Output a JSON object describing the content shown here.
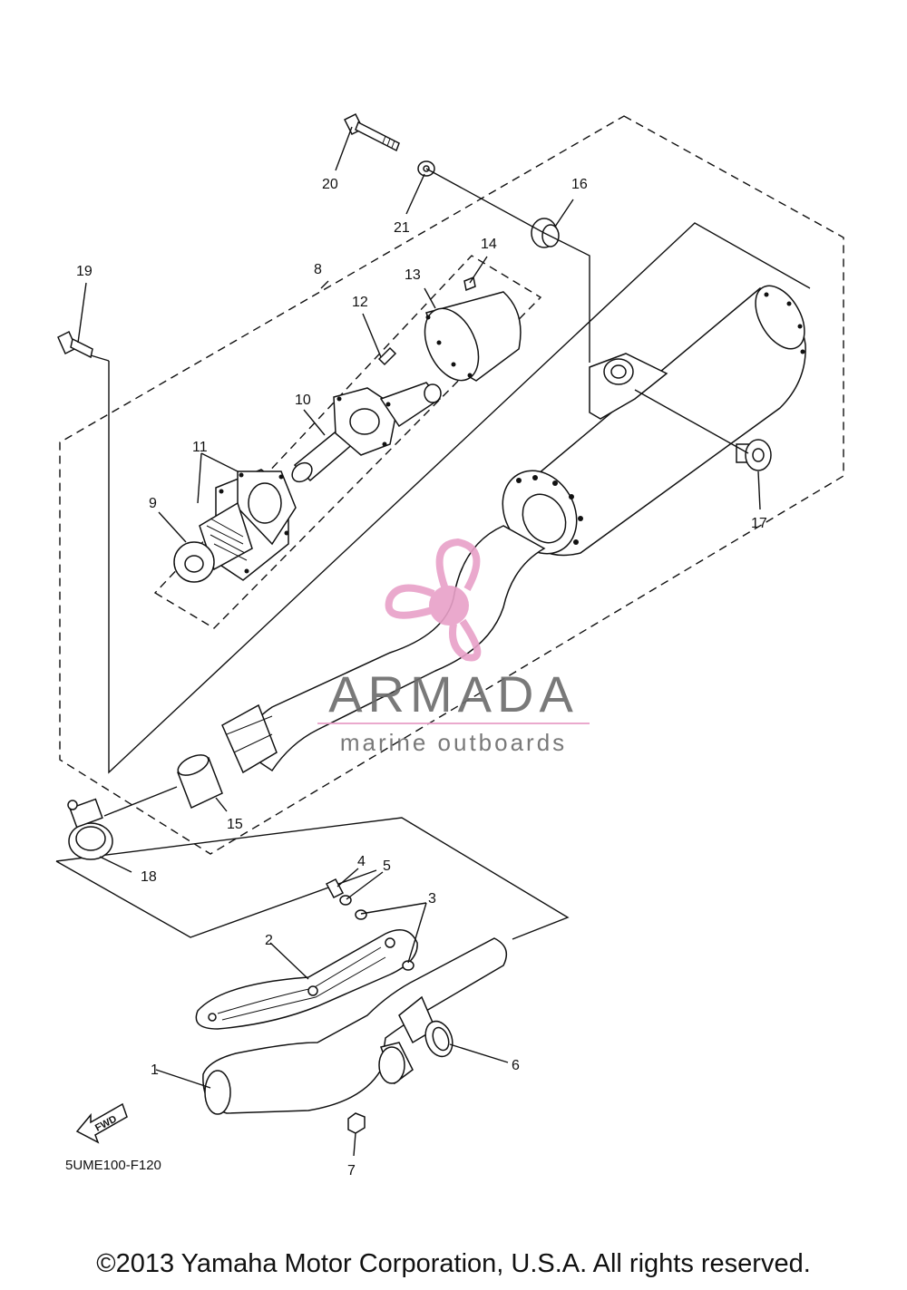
{
  "diagram": {
    "code": "5UME100-F120",
    "fwd_label": "FWD",
    "parts": [
      {
        "id": "p1",
        "label": "1"
      },
      {
        "id": "p2",
        "label": "2"
      },
      {
        "id": "p3",
        "label": "3"
      },
      {
        "id": "p4",
        "label": "4"
      },
      {
        "id": "p5",
        "label": "5"
      },
      {
        "id": "p6",
        "label": "6"
      },
      {
        "id": "p7",
        "label": "7"
      },
      {
        "id": "p8",
        "label": "8"
      },
      {
        "id": "p9",
        "label": "9"
      },
      {
        "id": "p10",
        "label": "10"
      },
      {
        "id": "p11",
        "label": "11"
      },
      {
        "id": "p12",
        "label": "12"
      },
      {
        "id": "p13",
        "label": "13"
      },
      {
        "id": "p14",
        "label": "14"
      },
      {
        "id": "p15",
        "label": "15"
      },
      {
        "id": "p16",
        "label": "16"
      },
      {
        "id": "p17",
        "label": "17"
      },
      {
        "id": "p18",
        "label": "18"
      },
      {
        "id": "p19",
        "label": "19"
      },
      {
        "id": "p20",
        "label": "20"
      },
      {
        "id": "p21",
        "label": "21"
      }
    ]
  },
  "watermark": {
    "brand": "ARMADA",
    "tagline": "marine outboards",
    "brand_color": "#6b6b6b",
    "accent_color": "#e8a0c8"
  },
  "copyright": "©2013 Yamaha Motor Corporation, U.S.A. All rights reserved."
}
